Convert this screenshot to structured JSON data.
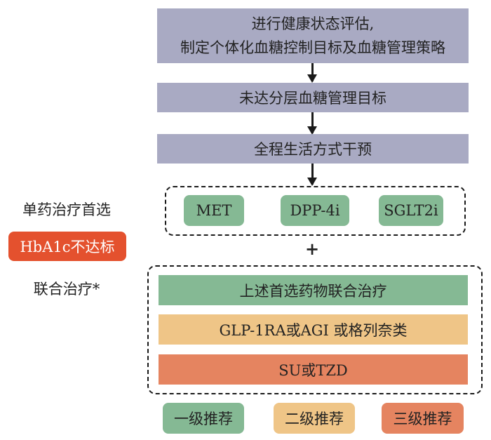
{
  "flow": {
    "step1": {
      "line1": "进行健康状态评估,",
      "line2": "制定个体化血糖控制目标及血糖管理策略"
    },
    "step2": "未达分层血糖管理目标",
    "step3": "全程生活方式干预"
  },
  "monotherapy": {
    "label": "单药治疗首选",
    "drugs": [
      "MET",
      "DPP-4i",
      "SGLT2i"
    ]
  },
  "plus_sign": "+",
  "hba1c_badge": {
    "label": "HbA1c不达标",
    "color": "#e4512e"
  },
  "combination": {
    "label": "联合治疗*",
    "options": [
      {
        "text": "上述首选药物联合治疗",
        "level": "first"
      },
      {
        "text": "GLP-1RA或AGI 或格列奈类",
        "level": "second"
      },
      {
        "text": "SU或TZD",
        "level": "third"
      }
    ]
  },
  "legend": [
    {
      "label": "一级推荐",
      "color": "#85b994"
    },
    {
      "label": "二级推荐",
      "color": "#efc587"
    },
    {
      "label": "三级推荐",
      "color": "#e58460"
    }
  ],
  "colors": {
    "top_steps": "#a9aac3",
    "first": "#85b994",
    "second": "#efc587",
    "third": "#e58460"
  }
}
